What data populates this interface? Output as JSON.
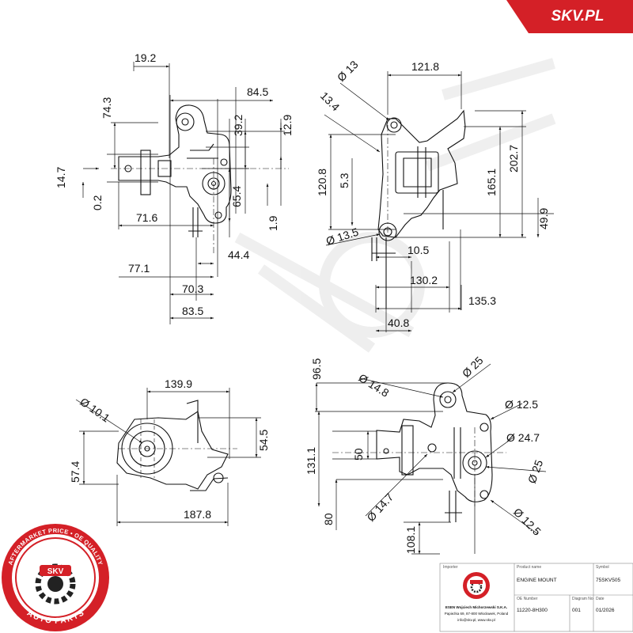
{
  "brand": {
    "name": "SKV.PL",
    "color": "#d42027",
    "seal_ring_text": "AFTERMARKET PRICE • OE QUALITY",
    "seal_center": "SKV",
    "seal_bottom": "AUTO PARTS"
  },
  "dimensions": {
    "front": {
      "d19_2": "19.2",
      "d84_5": "84.5",
      "d74_3": "74.3",
      "d39_2": "39.2",
      "d12_9": "12.9",
      "d14_7": "14.7",
      "d0_2": "0.2",
      "d65_4": "65.4",
      "d71_6": "71.6",
      "d1_9": "1.9",
      "d44_4": "44.4",
      "d77_1": "77.1",
      "d70_3": "70.3",
      "d83_5": "83.5"
    },
    "side": {
      "d13a": "Ø 13",
      "d13_4": "13.4",
      "d121_8": "121.8",
      "d120_8": "120.8",
      "d5_3": "5.3",
      "d165_1": "165.1",
      "d202_7": "202.7",
      "d13_5": "Ø 13.5",
      "d10_5": "10.5",
      "d49_9": "49.9",
      "d130_2": "130.2",
      "d135_3": "135.3",
      "d40_8": "40.8"
    },
    "bottom": {
      "d139_9": "139.9",
      "d10_1": "Ø 10.1",
      "d54_5": "54.5",
      "d57_4": "57.4",
      "d187_8": "187.8"
    },
    "top": {
      "d96_5": "96.5",
      "d25a": "Ø 25",
      "d14_8": "Ø 14.8",
      "d12_5a": "Ø 12.5",
      "d131_1": "131.1",
      "d24_7": "Ø 24.7",
      "d50": "50",
      "d25b": "Ø 25",
      "d14_7": "Ø 14.7",
      "d80": "80",
      "d12_5b": "Ø 12.5",
      "d108_1": "108.1"
    }
  },
  "title_block": {
    "importer_label": "Importer",
    "product_name_label": "Product name",
    "symbol_label": "Symbol",
    "product_name": "ENGINE MOUNT",
    "symbol": "75SKV505",
    "company_name": "ESEN Wojciech Michorzewski S.K.A.",
    "company_address": "Papieżka 69, 87-800 Włocławek, Poland",
    "company_contact": "info@skv.pl, www.skv.pl",
    "oe_number_label": "OE Number",
    "diagram_no_label": "Diagram No",
    "date_label": "Date",
    "oe_number": "11220-8H300",
    "diagram_no": "001",
    "date": "01/2026"
  }
}
